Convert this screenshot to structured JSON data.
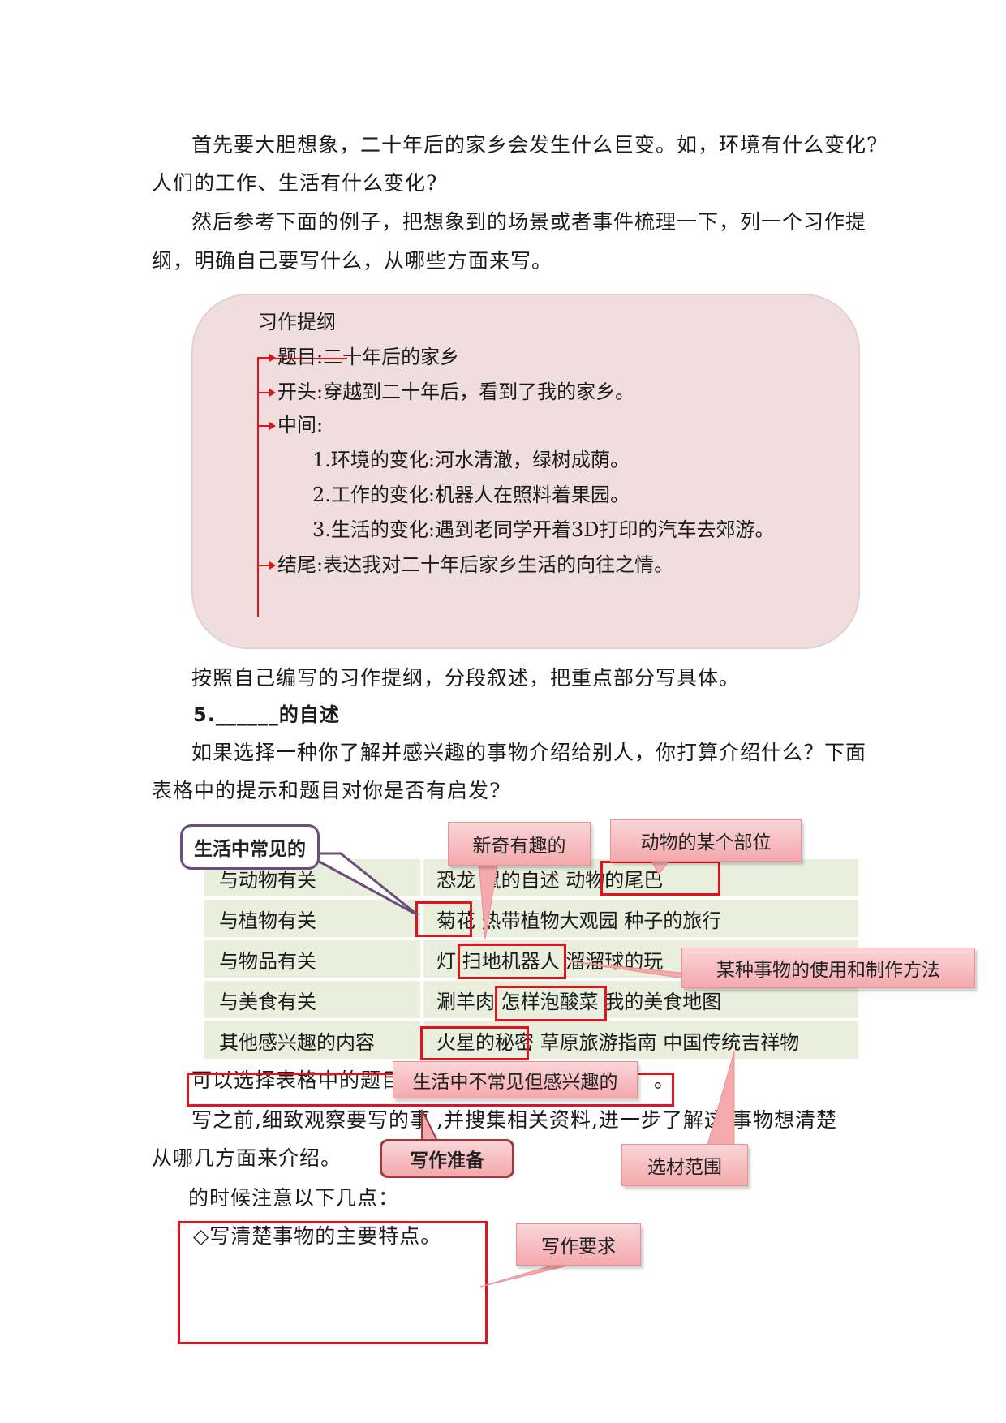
{
  "intro": {
    "line1": "首先要大胆想象，二十年后的家乡会发生什么巨变。如，环境有什么变化?",
    "line2": "人们的工作、生活有什么变化?",
    "line3": "然后参考下面的例子，把想象到的场景或者事件梳理一下，列一个习作提",
    "line4": "纲，明确自己要写什么，从哪些方面来写。"
  },
  "outline": {
    "title": "习作提纲",
    "topic": "题目:二十年后的家乡",
    "opening": "开头:穿越到二十年后，看到了我的家乡。",
    "middle": "中间:",
    "item1": "1.环境的变化:河水清澈，绿树成荫。",
    "item2": "2.工作的变化:机器人在照料着果园。",
    "item3": "3.生活的变化:遇到老同学开着3D打印的汽车去郊游。",
    "ending": "结尾:表达我对二十年后家乡生活的向往之情。"
  },
  "after_outline": "按照自己编写的习作提纲，分段叙述，把重点部分写具体。",
  "section5": {
    "heading": "5.______的自述",
    "para1": "如果选择一种你了解并感兴趣的事物介绍给别人，你打算介绍什么？下面",
    "para2": "表格中的提示和题目对你是否有启发?"
  },
  "table": {
    "rows": [
      {
        "category": "与动物有关",
        "items": "恐龙    鼠的自述  动物的尾巴"
      },
      {
        "category": "与植物有关",
        "items": "菊花   热带植物大观园   种子的旅行"
      },
      {
        "category": "与物品有关",
        "items": "灯  扫地机器人   溜溜球的玩"
      },
      {
        "category": "与美食有关",
        "items": "涮羊肉  怎样泡酸菜   我的美食地图"
      },
      {
        "category": "其他感兴趣的内容",
        "items": "火星的秘密   草原旅游指南   中国传统吉祥物"
      }
    ]
  },
  "lower": {
    "line1": "可以选择表格中的题目,",
    "line1_end": "。",
    "line2a": "写之前,细致观察要写的事",
    "line2b": ",并搜集相关资料,进一步了解这",
    "line2c": "事物想清楚",
    "line3": "从哪几方面来介绍。",
    "line4": "的时候注意以下几点：",
    "line5": "◇写清楚事物的主要特点。"
  },
  "callouts": {
    "common": "生活中常见的",
    "novel": "新奇有趣的",
    "animal_part": "动物的某个部位",
    "usage": "某种事物的使用和制作方法",
    "uncommon": "生活中不常见但感兴趣的",
    "preparation": "写作准备",
    "scope": "选材范围",
    "requirements": "写作要求"
  },
  "colors": {
    "annotation_red": "#e0141e",
    "outline_bg": "#f0dede",
    "table_bg": "#e9eedd",
    "callout_pink": "#f4a9ad"
  }
}
